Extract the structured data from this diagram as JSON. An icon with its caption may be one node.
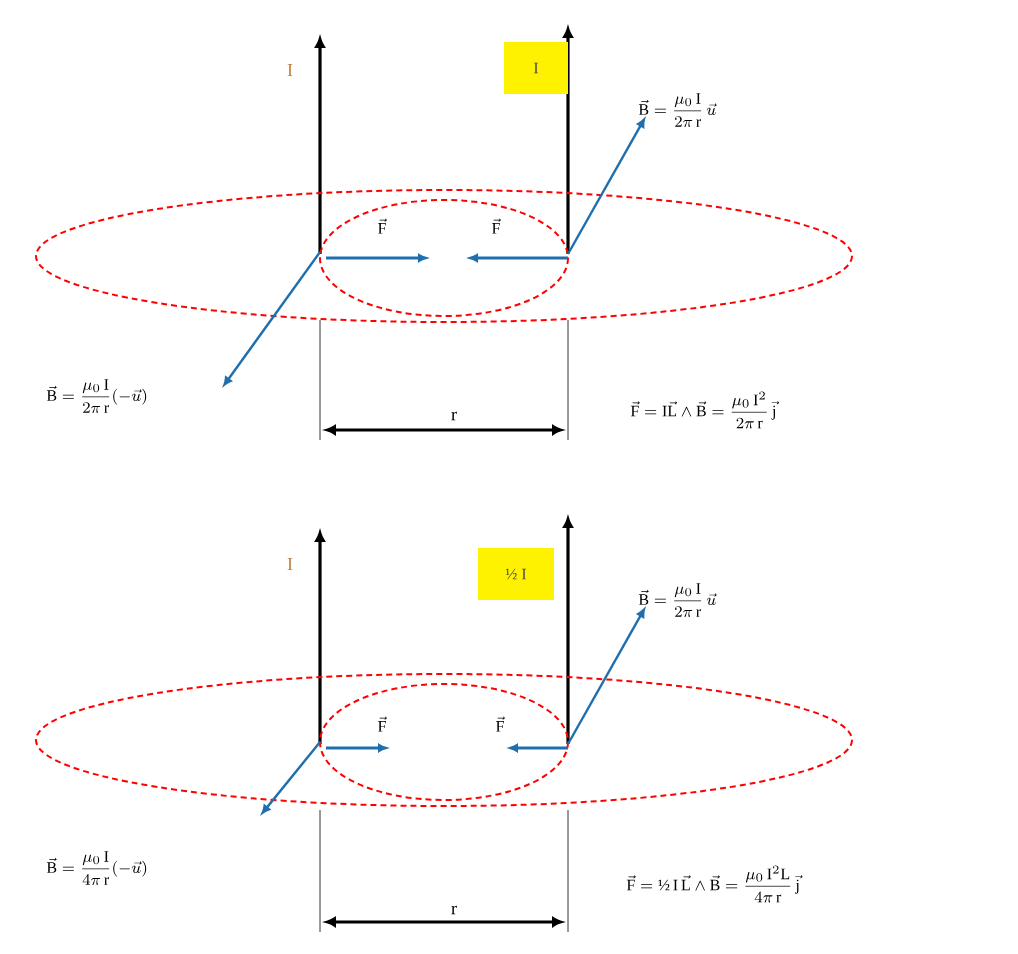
{
  "diagram": {
    "nodes": [
      {
        "text": [
          "I"
        ]
      },
      {
        "text": [
          "½ I"
        ]
      }
    ],
    "labels": [
      "I",
      "\\vec{\\mathrm{B}} = \\frac{\\mu_0\\, \\mathrm{I}}{2\\pi\\, \\mathrm{r}}\\, \\vec{u}",
      "\\vec{\\mathrm{F}}",
      "\\vec{\\mathrm{F}}",
      "\\vec{\\mathrm{B}} = \\frac{\\mu_0\\, \\mathrm{I}}{2\\pi\\, \\mathrm{r}}(-\\vec{u})",
      "r",
      "\\vec{\\mathrm{F}} = \\mathrm{I}\\vec{\\mathrm{L}} \\wedge \\vec{\\mathrm{B}} = \\frac{\\mu_0\\, \\mathrm{I}^2}{2\\pi\\, \\mathrm{r}}\\, \\vec{\\mathrm{j}}",
      "I",
      "\\vec{\\mathrm{B}} = \\frac{\\mu_0\\, \\mathrm{I}}{2\\pi\\, \\mathrm{r}}\\, \\vec{u}",
      "\\vec{\\mathrm{F}}",
      "\\vec{\\mathrm{F}}",
      "\\vec{\\mathrm{B}} = \\frac{\\mu_0\\, \\mathrm{I}}{4\\pi\\, \\mathrm{r}}(-\\vec{u})",
      "r",
      "\\vec{\\mathrm{F}} = \\text{½}\\,\\mathrm{I}\\, \\vec{\\mathrm{L}} \\wedge \\vec{\\mathrm{B}} = \\frac{\\mu_0\\, \\mathrm{I}^2\\mathrm{L}}{4\\pi\\, \\mathrm{r}}\\, \\vec{\\mathrm{j}}"
    ]
  }
}
